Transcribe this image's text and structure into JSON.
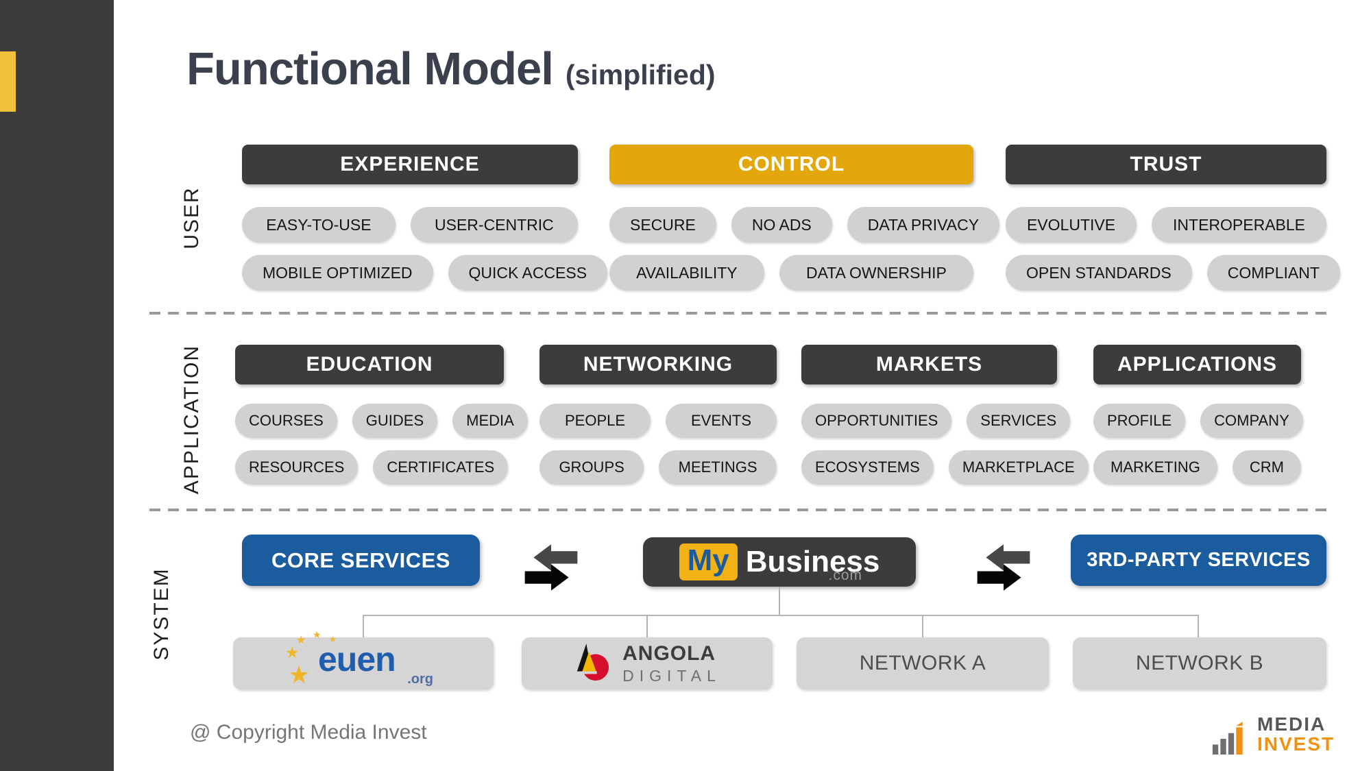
{
  "title": {
    "main": "Functional Model",
    "suffix": "(simplified)"
  },
  "sections": {
    "user": {
      "label": "USER",
      "experience": {
        "header": "EXPERIENCE",
        "row1": [
          "EASY-TO-USE",
          "USER-CENTRIC"
        ],
        "row2": [
          "MOBILE OPTIMIZED",
          "QUICK ACCESS"
        ]
      },
      "control": {
        "header": "CONTROL",
        "row1": [
          "SECURE",
          "NO ADS",
          "DATA PRIVACY"
        ],
        "row2": [
          "AVAILABILITY",
          "DATA OWNERSHIP"
        ]
      },
      "trust": {
        "header": "TRUST",
        "row1": [
          "EVOLUTIVE",
          "INTEROPERABLE"
        ],
        "row2": [
          "OPEN STANDARDS",
          "COMPLIANT"
        ]
      }
    },
    "application": {
      "label": "APPLICATION",
      "education": {
        "header": "EDUCATION",
        "row1": [
          "COURSES",
          "GUIDES",
          "MEDIA"
        ],
        "row2": [
          "RESOURCES",
          "CERTIFICATES"
        ]
      },
      "networking": {
        "header": "NETWORKING",
        "row1": [
          "PEOPLE",
          "EVENTS"
        ],
        "row2": [
          "GROUPS",
          "MEETINGS"
        ]
      },
      "markets": {
        "header": "MARKETS",
        "row1": [
          "OPPORTUNITIES",
          "SERVICES"
        ],
        "row2": [
          "ECOSYSTEMS",
          "MARKETPLACE"
        ]
      },
      "applications": {
        "header": "APPLICATIONS",
        "row1": [
          "PROFILE",
          "COMPANY"
        ],
        "row2": [
          "MARKETING",
          "CRM"
        ]
      }
    },
    "system": {
      "label": "SYSTEM",
      "core_services": "CORE SERVICES",
      "third_party_services": "3RD-PARTY SERVICES",
      "mybusiness": {
        "prefix": "My",
        "name": "Business",
        "tld": ".com"
      },
      "partners": {
        "euen": {
          "name": "euen",
          "tld": ".org"
        },
        "angola": {
          "line1": "ANGOLA",
          "line2": "DIGITAL"
        },
        "network_a": "NETWORK A",
        "network_b": "NETWORK B"
      }
    }
  },
  "footer": {
    "copyright": "@ Copyright Media Invest",
    "brand": {
      "line1": "MEDIA",
      "line2": "INVEST"
    }
  },
  "colors": {
    "accent_yellow": "#f0c23e",
    "control_yellow": "#e3a70b",
    "header_dark": "#3d3c3c",
    "pill_gray": "#d2d1d1",
    "system_blue": "#1a5c9d",
    "brand_orange": "#f2910d"
  }
}
